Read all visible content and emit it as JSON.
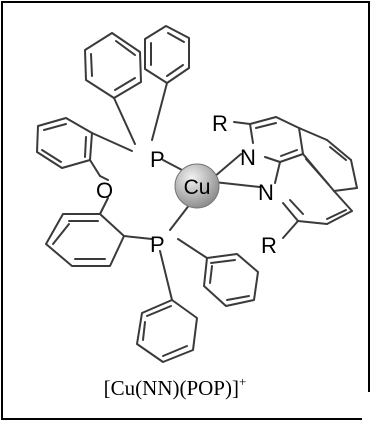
{
  "figure": {
    "atoms": {
      "phosphorus": "P",
      "oxygen": "O",
      "nitrogen": "N",
      "substituent": "R",
      "metal": "Cu"
    },
    "caption": {
      "main": "[Cu(NN)(POP)]",
      "charge": "+"
    },
    "colors": {
      "bond": "#3a3a3a",
      "frame": "#000000",
      "atom_text": "#000000",
      "copper_sphere_light": "#f2f2f2",
      "copper_sphere_dark": "#8c8c8c"
    }
  }
}
